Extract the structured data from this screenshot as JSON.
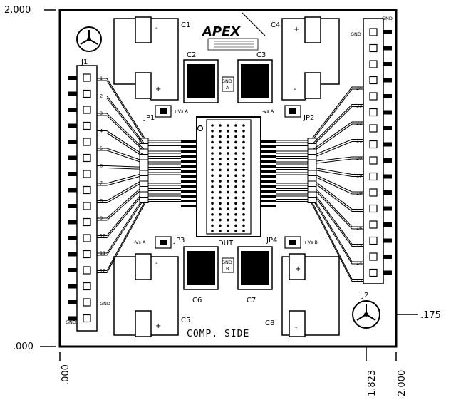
{
  "dimensions": {
    "y_top": "2.000",
    "y_bottom": ".000",
    "x_left": ".000",
    "x_mid": "1.823",
    "x_right": "2.000",
    "hole_offset": ".175"
  },
  "logo": {
    "text": "APEX"
  },
  "labels": {
    "c1": "C1",
    "c2": "C2",
    "c3": "C3",
    "c4": "C4",
    "c5": "C5",
    "c6": "C6",
    "c7": "C7",
    "c8": "C8",
    "j1": "J1",
    "j2": "J2",
    "jp1": "JP1",
    "jp2": "JP2",
    "jp3": "JP3",
    "jp4": "JP4",
    "dut": "DUT",
    "comp_side": "COMP. SIDE",
    "gnd": "GND",
    "gnd_a": "A",
    "gnd_b": "B",
    "vsa_top_left": "+Vs A",
    "vsa_top_right": "-Vs A",
    "vsa_bot_left": "-Vs A",
    "vsa_bot_right": "+Vs B",
    "plus": "+",
    "minus": "-"
  },
  "pin_numbers_left": [
    "1",
    "2",
    "3",
    "4",
    "5",
    "6",
    "7",
    "8",
    "9",
    "10",
    "11",
    "12"
  ],
  "pin_numbers_right": [
    "24",
    "23",
    "22",
    "21",
    "20",
    "19",
    "18",
    "17",
    "16",
    "15",
    "14",
    "13"
  ]
}
